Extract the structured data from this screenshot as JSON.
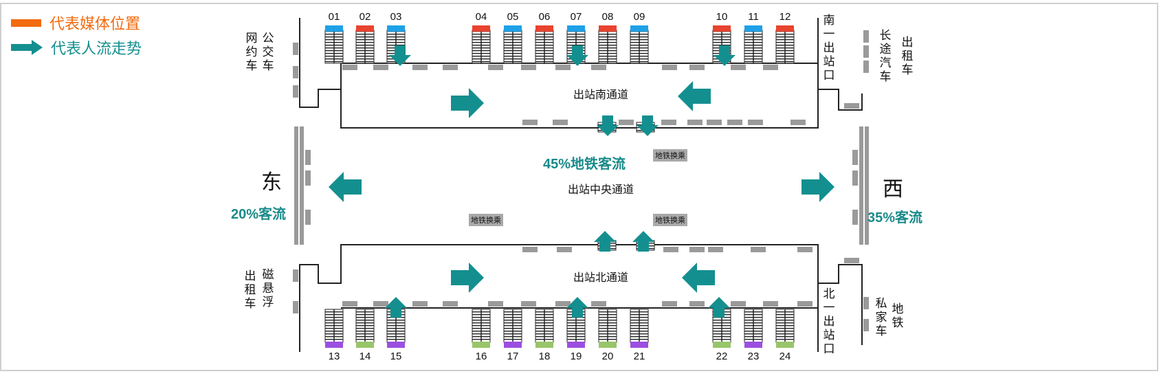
{
  "legend": {
    "media_label": "代表媒体位置",
    "flow_label": "代表人流走势",
    "media_color": "#f26b0f",
    "flow_color": "#148f8f"
  },
  "passages": {
    "south": "出站南通道",
    "central": "出站中央通道",
    "north": "出站北通道"
  },
  "directions": {
    "east": "东",
    "west": "西"
  },
  "flow_shares": {
    "east": "20%客流",
    "west": "35%客流",
    "subway": "45%地铁客流"
  },
  "transfer_chip": "地铁换乘",
  "side_labels": {
    "top_left_a": "网约车",
    "top_left_b": "公交车",
    "top_right_exit": "南一出站口",
    "top_right_a": "长途汽车",
    "top_right_b": "出租车",
    "bottom_left_a": "出租车",
    "bottom_left_b": "磁悬浮",
    "bottom_right_exit": "北一出站口",
    "bottom_right_a": "私家车",
    "bottom_right_b": "地铁"
  },
  "top_gates": [
    "01",
    "02",
    "03",
    "04",
    "05",
    "06",
    "07",
    "08",
    "09",
    "10",
    "11",
    "12"
  ],
  "top_gate_colors": [
    "#1ea0e6",
    "#e8432f",
    "#1ea0e6",
    "#e8432f",
    "#1ea0e6",
    "#e8432f",
    "#1ea0e6",
    "#e8432f",
    "#1ea0e6",
    "#e8432f",
    "#1ea0e6",
    "#e8432f"
  ],
  "bottom_gates": [
    "13",
    "14",
    "15",
    "16",
    "17",
    "18",
    "19",
    "20",
    "21",
    "22",
    "23",
    "24"
  ],
  "bottom_gate_colors": [
    "#9b4fe0",
    "#98c56a",
    "#9b4fe0",
    "#98c56a",
    "#9b4fe0",
    "#98c56a",
    "#9b4fe0",
    "#98c56a",
    "#9b4fe0",
    "#98c56a",
    "#9b4fe0",
    "#98c56a"
  ]
}
